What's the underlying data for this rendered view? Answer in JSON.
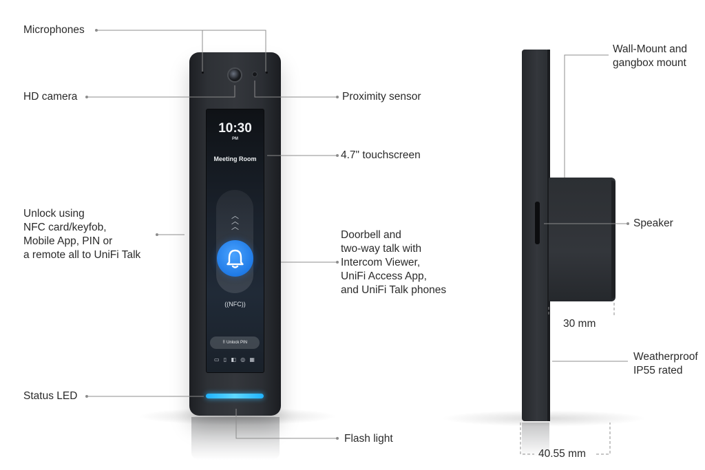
{
  "labels": {
    "microphones": "Microphones",
    "hd_camera": "HD camera",
    "proximity_sensor": "Proximity sensor",
    "touchscreen": "4.7\" touchscreen",
    "unlock": [
      "Unlock using",
      "NFC card/keyfob,",
      "Mobile App, PIN or",
      "a remote all to UniFi Talk"
    ],
    "doorbell": [
      "Doorbell and",
      "two-way talk with",
      "Intercom Viewer,",
      "UniFi Access  App,",
      "and UniFi Talk phones"
    ],
    "status_led": "Status LED",
    "flash_light": "Flash light",
    "wall_mount": [
      "Wall-Mount and",
      "gangbox mount"
    ],
    "speaker": "Speaker",
    "depth_30": "30 mm",
    "weatherproof": [
      "Weatherproof",
      "IP55 rated"
    ],
    "depth_40": "40.55 mm"
  },
  "screen": {
    "time": "10:30",
    "ampm": "PM",
    "room": "Meeting Room",
    "nfc": "((NFC))",
    "unlock_pin": "Unlock PIN"
  },
  "colors": {
    "led": "#3ec6ff",
    "bell_button": "#1f7ae6",
    "device_body": "#2f3237"
  }
}
